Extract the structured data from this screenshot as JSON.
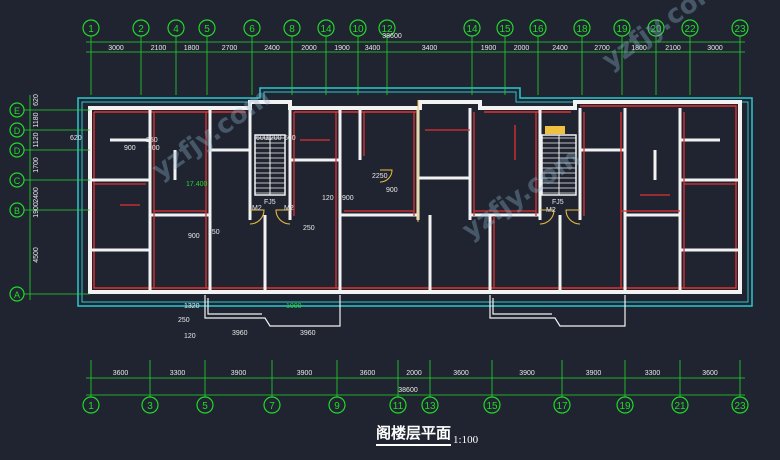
{
  "title": "阁楼层平面",
  "scale": "1:100",
  "top_total": "38600",
  "bottom_total": "38600",
  "top_axes": [
    "1",
    "2",
    "4",
    "5",
    "6",
    "8",
    "14",
    "10",
    "12",
    "14",
    "15",
    "16",
    "18",
    "19",
    "20",
    "22",
    "23"
  ],
  "top_dims": [
    "3000",
    "2100",
    "1800",
    "2700",
    "2400",
    "2000",
    "1900",
    "3400",
    "3400",
    "1900",
    "2000",
    "2400",
    "2700",
    "1800",
    "2100",
    "3000"
  ],
  "bottom_axes": [
    "1",
    "3",
    "5",
    "7",
    "9",
    "11",
    "13",
    "15",
    "17",
    "19",
    "21",
    "23"
  ],
  "bottom_dims": [
    "3600",
    "3300",
    "3900",
    "3900",
    "3600",
    "2000",
    "3600",
    "3900",
    "3900",
    "3300",
    "3600"
  ],
  "left_axes": [
    "E",
    "D",
    "D",
    "C",
    "B",
    "A"
  ],
  "left_dims": [
    "620",
    "1180",
    "1120",
    "1700",
    "2400",
    "1900",
    "4500"
  ],
  "annotations": {
    "elev": "17.400",
    "d620": "620",
    "d900a": "900",
    "d900b": "900",
    "d250a": "250",
    "d1200": "1200",
    "d600a": "600",
    "d600b": "600",
    "d120a": "120",
    "d900c": "900",
    "d250b": "250",
    "d900d": "900",
    "d250c": "250",
    "d900e": "900",
    "d2250": "2250",
    "d3960a": "3960",
    "d3960b": "3960",
    "d1320": "1320",
    "d250d": "250",
    "d120b": "120",
    "d1000": "1000"
  },
  "labels": {
    "fj1": "FJ5",
    "fj2": "FJ5",
    "m2a": "M2",
    "m2b": "M2",
    "m2c": "M2"
  },
  "watermark": "yzfjy.com"
}
